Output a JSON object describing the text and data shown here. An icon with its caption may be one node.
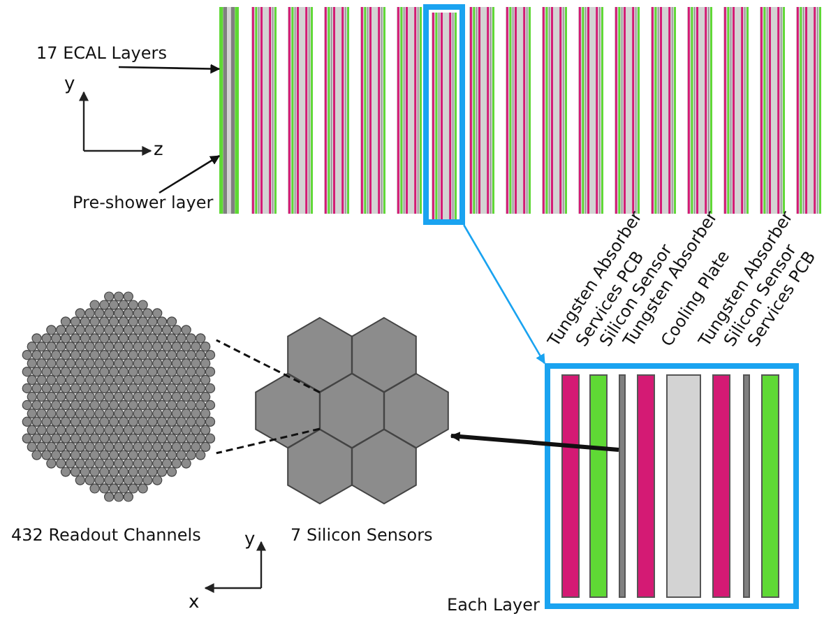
{
  "diagram": {
    "nodes": [
      {
        "text": [
          "17 ECAL Layers"
        ]
      },
      {
        "text": [
          "Pre-shower layer"
        ]
      },
      {
        "text": [],
        "shape": "bar"
      },
      {
        "text": [],
        "shape": "box"
      },
      {
        "text": [
          "Each Layer"
        ]
      },
      {
        "text": [
          "Tungsten Absorber"
        ],
        "in": 4
      },
      {
        "text": [
          "Services PCB"
        ],
        "in": 4
      },
      {
        "text": [
          "Silicon Sensor"
        ],
        "in": 4
      },
      {
        "text": [
          "Tungsten Absorber"
        ],
        "in": 4
      },
      {
        "text": [
          "Cooling Plate"
        ],
        "in": 4
      },
      {
        "text": [
          "Tungsten Absorber"
        ],
        "in": 4
      },
      {
        "text": [
          "Silicon Sensor"
        ],
        "in": 4
      },
      {
        "text": [
          "Services PCB"
        ],
        "in": 4
      },
      {
        "text": [
          "432 Readout Channels"
        ]
      },
      {
        "text": [
          "7 Silicon Sensors"
        ]
      }
    ],
    "edges": [
      {
        "from": 0,
        "to": 2,
        "arrow": "to"
      },
      {
        "from": 1,
        "to": 2,
        "arrow": "to"
      },
      {
        "from": 3,
        "to": 4,
        "arrow": "to",
        "color": "#1aa3f0"
      },
      {
        "from": 7,
        "to": 14,
        "arrow": "to",
        "style": "thick"
      },
      {
        "from": 14,
        "to": 13,
        "arrow": "none",
        "style": "dashed"
      },
      {
        "from": 14,
        "to": 13,
        "arrow": "none",
        "style": "dashed"
      }
    ],
    "labels": [
      "y",
      "z",
      "y",
      "x"
    ]
  }
}
